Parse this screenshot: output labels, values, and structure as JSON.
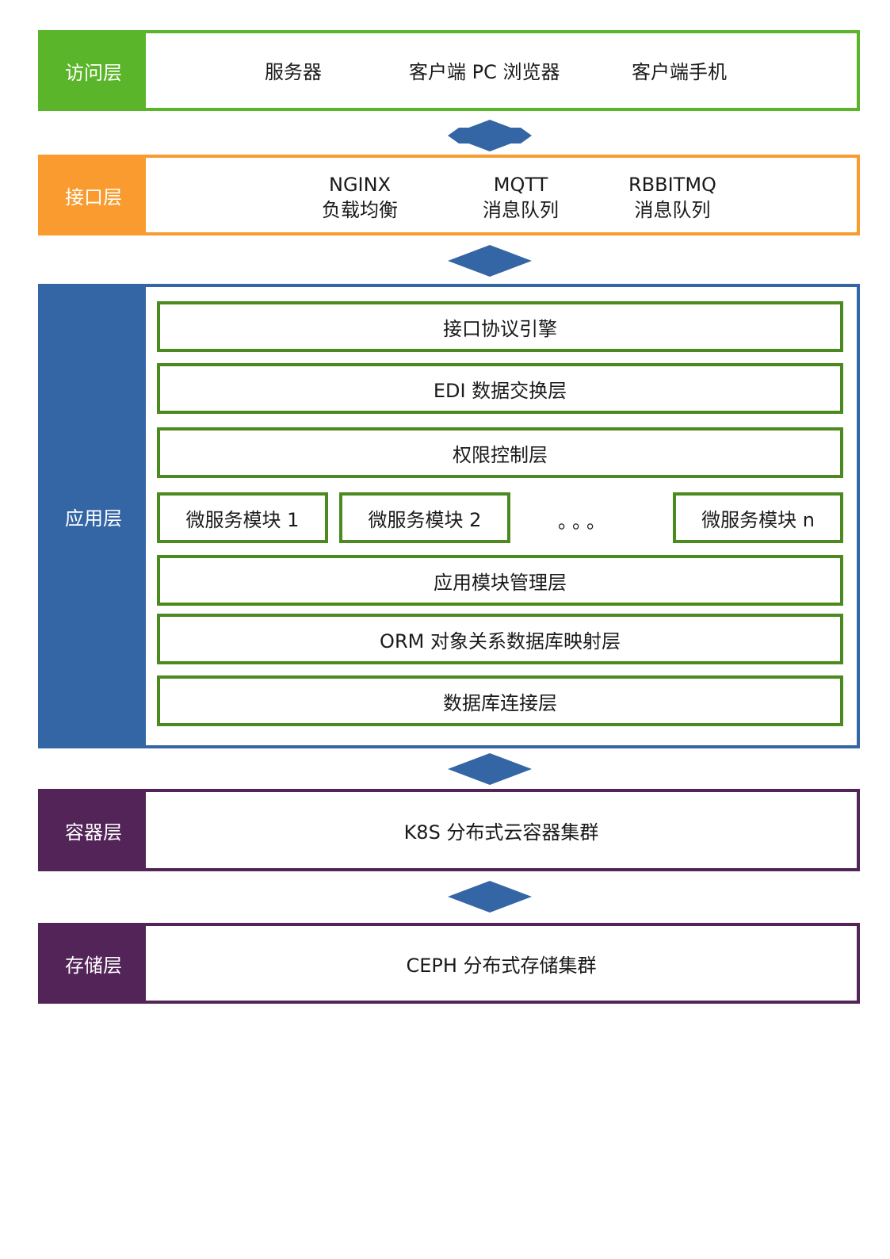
{
  "colors": {
    "access": "#5ab52a",
    "interface": "#f99b2e",
    "application": "#3466a5",
    "container": "#522458",
    "storage": "#522458",
    "module_border": "#4a8a1f",
    "arrow": "#3466a5"
  },
  "access_layer": {
    "label": "访问层",
    "items": [
      "服务器",
      "客户端 PC 浏览器",
      "客户端手机"
    ]
  },
  "interface_layer": {
    "label": "接口层",
    "items": [
      {
        "line1": "NGINX",
        "line2": "负载均衡"
      },
      {
        "line1": "MQTT",
        "line2": "消息队列"
      },
      {
        "line1": "RBBITMQ",
        "line2": "消息队列"
      }
    ]
  },
  "application_layer": {
    "label": "应用层",
    "protocol_engine": "接口协议引擎",
    "edi_layer": "EDI 数据交换层",
    "permission_layer": "权限控制层",
    "microservices": [
      "微服务模块 1",
      "微服务模块 2",
      "微服务模块 n"
    ],
    "ellipsis": "。。。",
    "module_management": "应用模块管理层",
    "orm_layer": "ORM 对象关系数据库映射层",
    "db_connection": "数据库连接层"
  },
  "container_layer": {
    "label": "容器层",
    "content": "K8S 分布式云容器集群"
  },
  "storage_layer": {
    "label": "存储层",
    "content": "CEPH 分布式存储集群"
  },
  "arrows": [
    "double-arrow-icon",
    "double-arrow-icon",
    "double-arrow-icon",
    "double-arrow-icon"
  ]
}
